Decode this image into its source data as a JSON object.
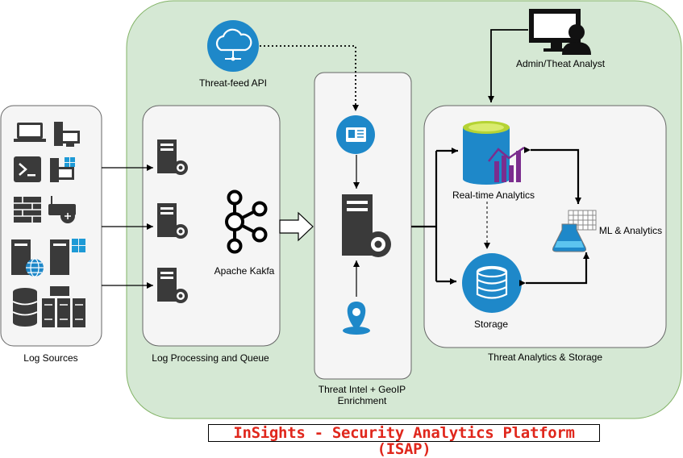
{
  "labels": {
    "log_sources": "Log Sources",
    "log_processing": "Log Processing and Queue",
    "kafka": "Apache Kakfa",
    "threat_feed": "Threat-feed API",
    "admin": "Admin/Theat Analyst",
    "threat_intel_line1": "Threat Intel + GeoIP",
    "threat_intel_line2": "Enrichment",
    "realtime": "Real-time Analytics",
    "ml": "ML & Analytics",
    "storage": "Storage",
    "analytics_storage": "Threat Analytics & Storage"
  },
  "title": "InSights - Security Analytics Platform (ISAP)",
  "colors": {
    "platform_fill": "#d5e8d4",
    "panel_fill": "#f5f5f5",
    "accent_blue": "#1e88c9",
    "title_red": "#e0271c",
    "purple": "#7b2d8e",
    "green_db": "#b5d334"
  },
  "icons": [
    "laptop-icon",
    "desktop-icon",
    "terminal-icon",
    "windows-desktop-icon",
    "firewall-icon",
    "router-icon",
    "server-globe-icon",
    "windows-server-icon",
    "database-icon",
    "server-rack-icon",
    "server-gear-icon",
    "kafka-icon",
    "cloud-api-icon",
    "admin-user-icon",
    "id-card-icon",
    "geo-pin-icon",
    "analytics-db-icon",
    "grid-icon",
    "flask-icon",
    "storage-icon"
  ]
}
